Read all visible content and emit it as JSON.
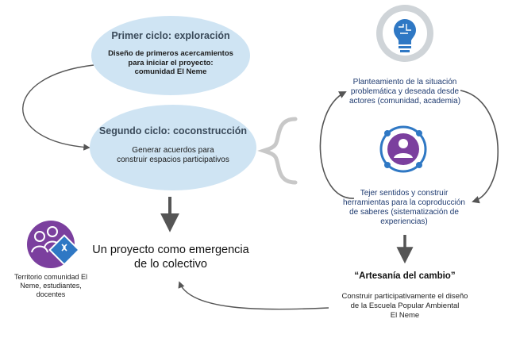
{
  "cycle1": {
    "title": "Primer ciclo: exploración",
    "lines": [
      "Diseño de primeros acercamientos",
      "para iniciar el proyecto:",
      "comunidad El Neme"
    ]
  },
  "cycle2": {
    "title": "Segundo ciclo: coconstrucción",
    "lines": [
      "Generar acuerdos para",
      "construir espacios participativos"
    ]
  },
  "center_text": [
    "Un proyecto como emergencia",
    "de lo colectivo"
  ],
  "territory": [
    "Territorio comunidad El",
    "Neme, estudiantes,",
    "docentes"
  ],
  "right_top": [
    "Planteamiento de la situación",
    "problemática y deseada desde",
    "actores (comunidad, academia)"
  ],
  "right_mid": [
    "Tejer sentidos y construir",
    "herramientas para la coproducción",
    "de saberes (sistematización de",
    "experiencias)"
  ],
  "artesania": {
    "title": "“Artesanía del cambio”",
    "lines": [
      "Construir participativamente el diseño",
      "de la Escuela Popular Ambiental",
      "El Neme"
    ]
  },
  "icons": {
    "bulb": "lightbulb-brain-icon",
    "person": "person-network-icon",
    "group": "community-group-icon"
  },
  "colors": {
    "ellipse_fill": "#cfe4f3",
    "arrow": "#555555",
    "purple": "#7b3f9e",
    "blue_icon": "#2f78c4",
    "bulb_ring": "#cfd4d8"
  }
}
